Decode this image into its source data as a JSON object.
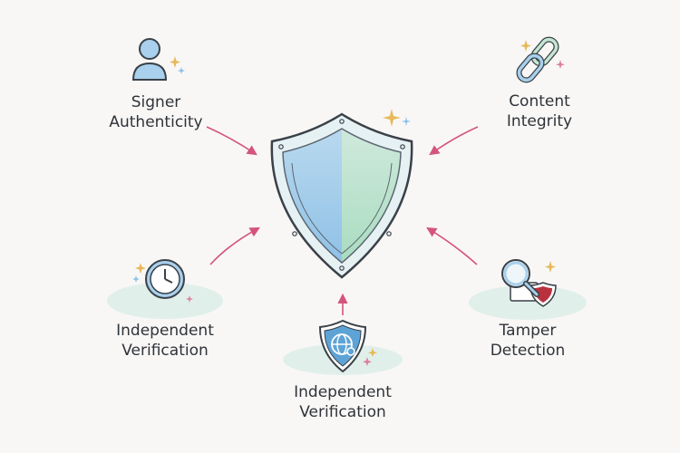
{
  "diagram": {
    "center": {
      "name": "shield",
      "icon": "shield-icon"
    },
    "nodes": [
      {
        "id": "signer-authenticity",
        "line1": "Signer",
        "line2": "Authenticity",
        "icon": "user-icon"
      },
      {
        "id": "content-integrity",
        "line1": "Content",
        "line2": "Integrity",
        "icon": "chain-link-icon"
      },
      {
        "id": "independent-verification-clock",
        "line1": "Independent",
        "line2": "Verification",
        "icon": "clock-icon"
      },
      {
        "id": "independent-verification-globe",
        "line1": "Independent",
        "line2": "Verification",
        "icon": "globe-shield-icon"
      },
      {
        "id": "tamper-detection",
        "line1": "Tamper",
        "line2": "Detection",
        "icon": "magnifier-shield-icon"
      }
    ],
    "colors": {
      "background": "#f8f7f6",
      "arrow": "#d4547f",
      "blue": "#a9d0ec",
      "green": "#c4e6d2",
      "outline": "#3a4148",
      "sparkle_gold": "#e8b95a",
      "sparkle_blue": "#8cc0e6",
      "sparkle_pink": "#de7fa2",
      "tamper_red": "#b8323e"
    }
  }
}
